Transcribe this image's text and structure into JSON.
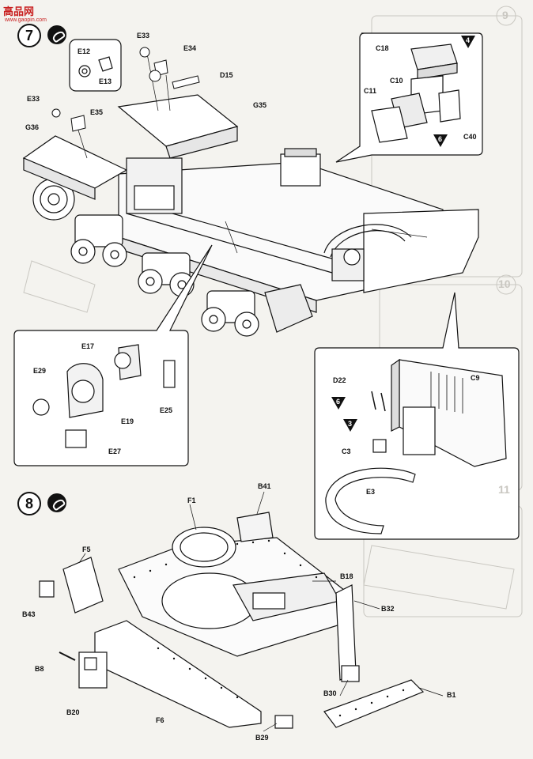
{
  "watermark": {
    "site": "高品网",
    "url": "www.gaopin.com"
  },
  "steps": [
    {
      "number": "7"
    },
    {
      "number": "8"
    }
  ],
  "part_labels": {
    "e12": "E12",
    "e13": "E13",
    "e33a": "E33",
    "e34": "E34",
    "d15": "D15",
    "e33b": "E33",
    "e35": "E35",
    "g35": "G35",
    "g36": "G36",
    "c18": "C18",
    "c10": "C10",
    "c11": "C11",
    "c40": "C40",
    "e17": "E17",
    "e29": "E29",
    "e19": "E19",
    "e25": "E25",
    "e27": "E27",
    "d22": "D22",
    "c9": "C9",
    "c3": "C3",
    "e3": "E3",
    "f1": "F1",
    "b41": "B41",
    "f5": "F5",
    "b43": "B43",
    "b18": "B18",
    "b32": "B32",
    "b8": "B8",
    "b20": "B20",
    "f6": "F6",
    "b30": "B30",
    "b1": "B1",
    "b29": "B29"
  },
  "callout_flags": {
    "flag4": "4",
    "flag6a": "6",
    "flag6b": "6",
    "flag3": "3"
  },
  "side_step_numbers": {
    "s9": "9",
    "s10": "10",
    "s11": "11"
  },
  "colors": {
    "ink": "#111111",
    "paper": "#f4f3ef",
    "watermark": "#c81e1e",
    "ghost": "#c9c7c1"
  }
}
